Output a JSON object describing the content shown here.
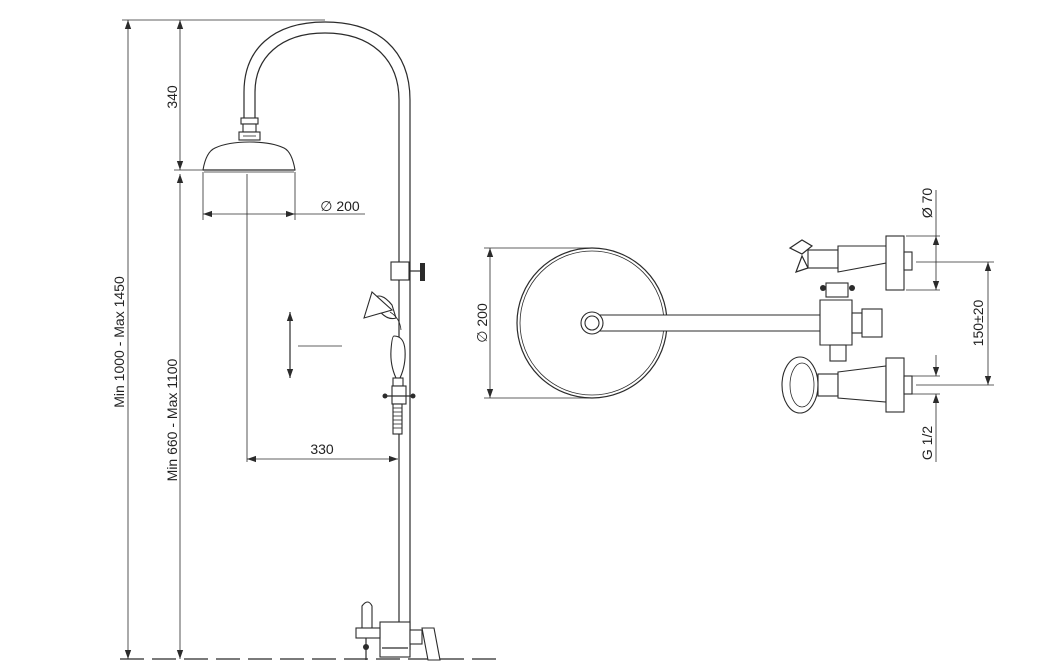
{
  "drawing": {
    "dimensions": {
      "total_height": "Min 1000 - Max 1450",
      "mixer_height": "Min 660 - Max 1100",
      "head_drop": "340",
      "head_diameter": "∅ 200",
      "arm_reach": "330",
      "plan_diameter": "∅ 200",
      "flange_diameter": "Ø 70",
      "centers": "150±20",
      "connection": "G 1/2"
    },
    "colors": {
      "line": "#2b2b2b",
      "background": "#ffffff"
    }
  }
}
